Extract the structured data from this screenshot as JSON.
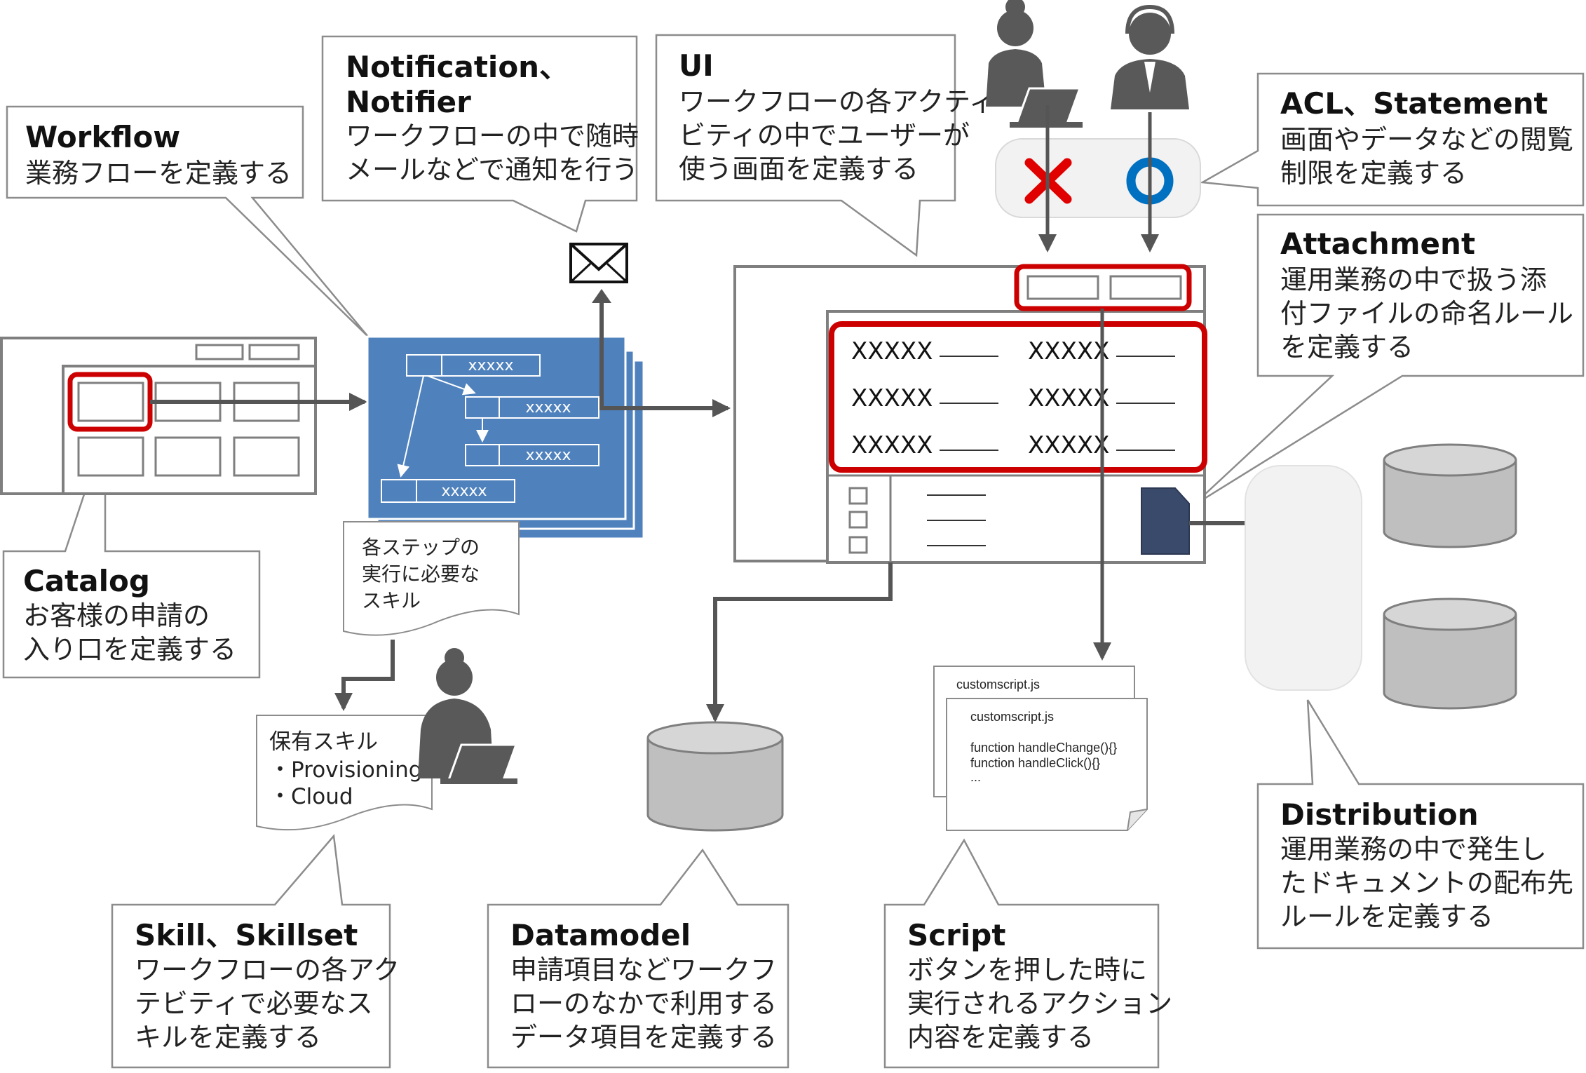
{
  "callouts": {
    "workflow": {
      "title": "Workflow",
      "body": [
        "業務フローを定義する"
      ]
    },
    "notification": {
      "title": [
        "Notification、",
        "Notifier"
      ],
      "body": [
        "ワークフローの中で随時",
        "メールなどで通知を行う"
      ]
    },
    "ui": {
      "title": "UI",
      "body": [
        "ワークフローの各アクティ",
        "ビティの中でユーザーが",
        "使う画面を定義する"
      ]
    },
    "acl": {
      "title": "ACL、Statement",
      "body": [
        "画面やデータなどの閲覧",
        "制限を定義する"
      ]
    },
    "attachment": {
      "title": "Attachment",
      "body": [
        "運用業務の中で扱う添",
        "付ファイルの命名ルール",
        "を定義する"
      ]
    },
    "catalog": {
      "title": "Catalog",
      "body": [
        "お客様の申請の",
        "入り口を定義する"
      ]
    },
    "skill": {
      "title": "Skill、Skillset",
      "body": [
        "ワークフローの各アク",
        "テビティで必要なス",
        "キルを定義する"
      ]
    },
    "datamodel": {
      "title": "Datamodel",
      "body": [
        "申請項目などワークフ",
        "ローのなかで利用する",
        "データ項目を定義する"
      ]
    },
    "script": {
      "title": "Script",
      "body": [
        "ボタンを押した時に",
        "実行されるアクション",
        "内容を定義する"
      ]
    },
    "distribution": {
      "title": "Distribution",
      "body": [
        "運用業務の中で発生し",
        "たドキュメントの配布先",
        "ルールを定義する"
      ]
    }
  },
  "workflow_steps": [
    "xxxxx",
    "xxxxx",
    "xxxxx",
    "xxxxx"
  ],
  "form_fields": [
    "XXXXX",
    "XXXXX",
    "XXXXX",
    "XXXXX",
    "XXXXX",
    "XXXXX"
  ],
  "step_skill_note": [
    "各ステップの",
    "実行に必要な",
    "スキル"
  ],
  "owned_skills": [
    "保有スキル",
    "・Provisioning",
    "・Cloud"
  ],
  "script_file": {
    "back_name": "customscript.js",
    "front_name": "customscript.js",
    "lines": [
      "function handleChange(){}",
      "function handleClick(){}",
      "..."
    ]
  },
  "colors": {
    "highlight": "#cc0000",
    "workflow_blue": "#4f81bd",
    "deny": "#e00000",
    "allow": "#0070c0",
    "doc_navy": "#3a4a6b",
    "db_gray": "#bfbfbf"
  }
}
